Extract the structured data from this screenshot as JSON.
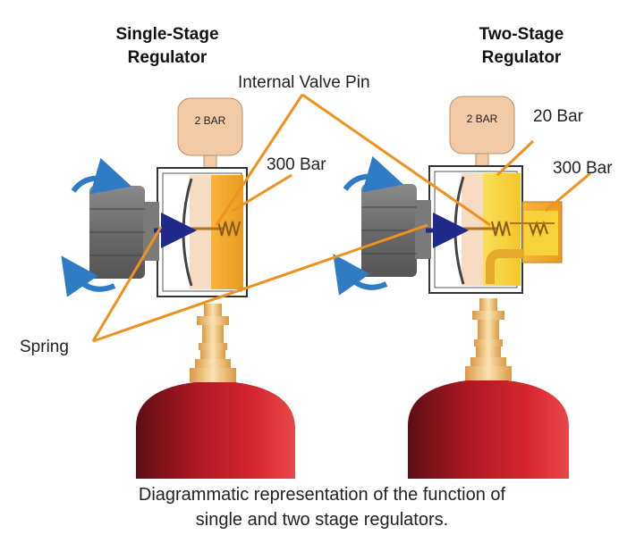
{
  "titles": {
    "single_line1": "Single-Stage",
    "single_line2": "Regulator",
    "two_line1": "Two-Stage",
    "two_line2": "Regulator"
  },
  "labels": {
    "internal_valve_pin": "Internal Valve Pin",
    "single_high_pressure": "300 Bar",
    "two_intermediate_pressure": "20 Bar",
    "two_high_pressure": "300 Bar",
    "spring": "Spring",
    "single_gauge": "2 BAR",
    "two_gauge": "2 BAR"
  },
  "caption": {
    "line1": "Diagrammatic representation of the function of",
    "line2": "single and two stage regulators."
  },
  "colors": {
    "callout_line": "#F0911E",
    "cylinder_red": "#C8202A",
    "high_pressure_orange": "#F4A62A",
    "intermediate_yellow": "#F7D23A",
    "knob_grey": "#6E6E6E",
    "arrow_blue": "#2F7BC4",
    "gauge_tan": "#F2CBA6",
    "brass": "#F3C27B"
  }
}
